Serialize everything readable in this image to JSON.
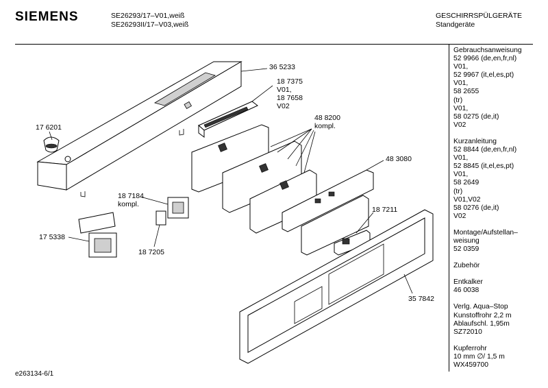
{
  "header": {
    "brand": "SIEMENS",
    "model_line_1": "SE26293/17–V01,weiß",
    "model_line_2": "SE26293II/17–V03,weiß",
    "category_line_1": "GESCHIRRSPÜLGERÄTE",
    "category_line_2": "Standgeräte"
  },
  "documents": [
    {
      "lines": [
        "Gebrauchsanweisung",
        "52 9966 (de,en,fr,nl)",
        "V01,",
        "52 9967 (it,el,es,pt)",
        "V01,",
        "58 2655",
        "(tr)",
        "V01,",
        "58 0275 (de,it)",
        "V02"
      ]
    },
    {
      "lines": [
        "Kurzanleitung",
        "52 8844 (de,en,fr,nl)",
        "V01,",
        "52 8845 (it,el,es,pt)",
        "V01,",
        "58 2649",
        "(tr)",
        "V01,V02",
        "58 0276 (de,it)",
        "V02"
      ]
    },
    {
      "lines": [
        "Montage/Aufstellan–",
        "weisung",
        "52 0359"
      ]
    },
    {
      "lines": [
        "Zubehör"
      ]
    },
    {
      "lines": [
        "Entkalker",
        "46 0038"
      ]
    },
    {
      "lines": [
        "Verlg. Aqua–Stop",
        "Kunstoffrohr 2,2 m",
        "Ablaufschl. 1,95m",
        "SZ72010"
      ]
    },
    {
      "lines": [
        "Kupferrohr",
        "10 mm ∅/ 1,5 m",
        "WX459700"
      ]
    }
  ],
  "parts": {
    "p365233": "36 5233",
    "p187375": [
      "18 7375",
      "V01,",
      "18 7658",
      "V02"
    ],
    "p176201": "17 6201",
    "p488200": [
      "48 8200",
      "kompl."
    ],
    "p483080": "48 3080",
    "p187184": [
      "18 7184",
      "kompl."
    ],
    "p187211": "18 7211",
    "p175338": "17 5338",
    "p187205": "18 7205",
    "p357842": "35 7842"
  },
  "footer": {
    "code": "e263134-6/1"
  }
}
